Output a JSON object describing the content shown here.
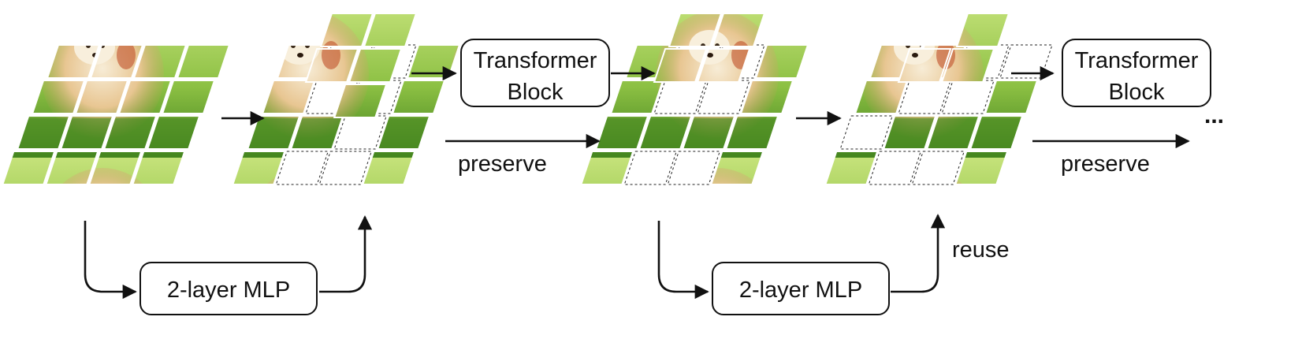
{
  "labels": {
    "transformer_block_1": [
      "Transformer",
      "Block"
    ],
    "transformer_block_2": [
      "Transformer",
      "Block"
    ],
    "mlp_1": "2-layer MLP",
    "mlp_2": "2-layer MLP",
    "preserve_1": "preserve",
    "preserve_2": "preserve",
    "reuse": "reuse",
    "ellipsis": "..."
  },
  "colors": {
    "ink": "#111111",
    "grass_light": "#b8dc6c",
    "grass_mid": "#7fb23a",
    "grass_dark": "#4a8a22",
    "dog_fur": "#e9c99a",
    "dog_light": "#f6ead2",
    "dog_shadow": "#c7965e"
  },
  "icons": [
    "dog-photo-patch-grid",
    "arrow-right-icon",
    "arrow-up-icon"
  ]
}
